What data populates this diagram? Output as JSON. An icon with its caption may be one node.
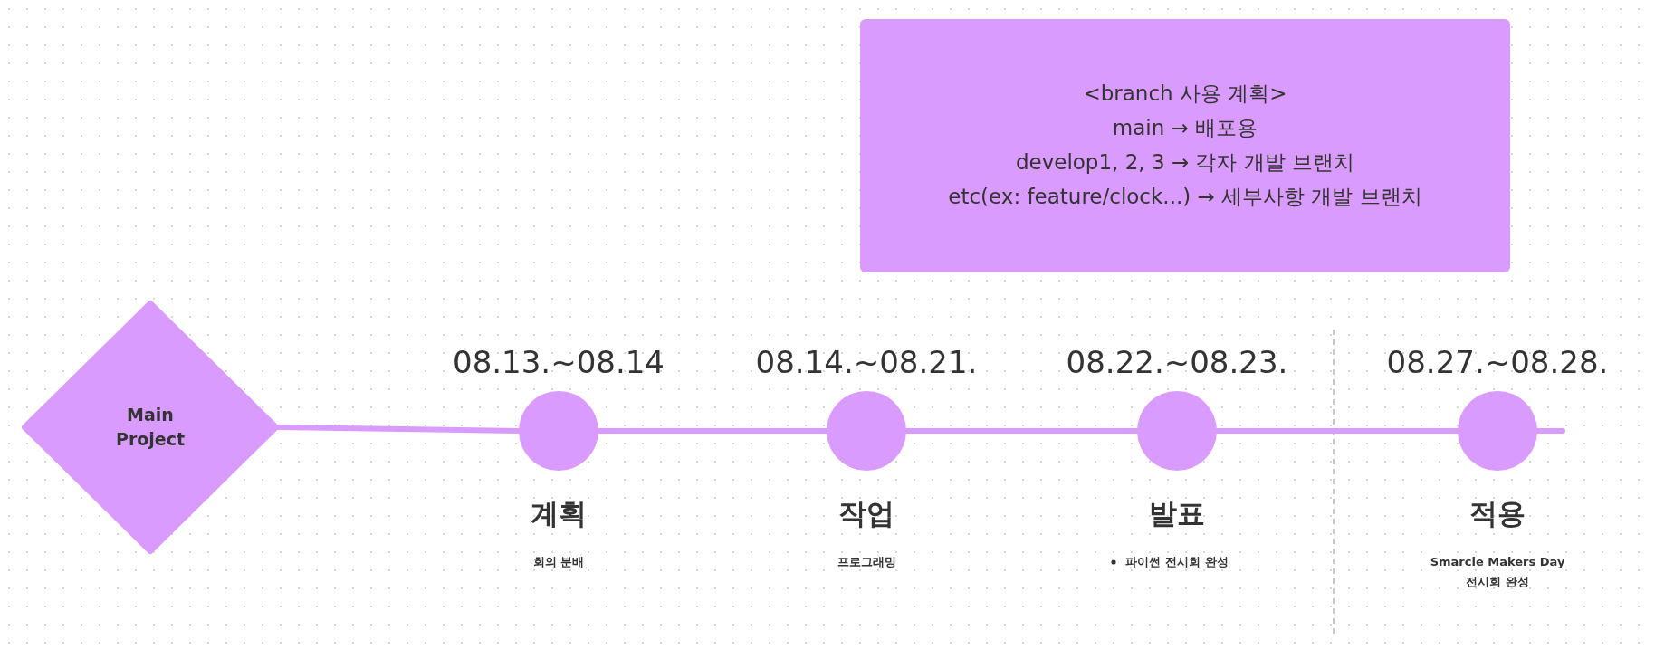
{
  "diagram": {
    "nodes": [
      {
        "text": [
          "<branch 사용 계획>",
          "main → 배포용",
          "develop1, 2, 3 → 각자 개발 브랜치",
          "etc(ex: feature/clock...) → 세부사항 개발 브랜치"
        ]
      },
      {
        "text": [
          "Main Project"
        ]
      },
      {
        "text": [],
        "shape": "circle",
        "beside": [
          "08.13.~08.14",
          "계획",
          "회의 분배"
        ]
      },
      {
        "text": [],
        "shape": "circle",
        "beside": [
          "08.14.~08.21.",
          "작업",
          "프로그래밍"
        ]
      },
      {
        "text": [],
        "shape": "circle",
        "beside": [
          "08.22.~08.23.",
          "발표",
          "파이썬 전시회 완성"
        ]
      },
      {
        "text": [],
        "shape": "circle",
        "beside": [
          "08.27.~08.28.",
          "적용",
          "Smarcle Makers Day 전시회 완성"
        ]
      }
    ],
    "edges": [
      {
        "from": 1,
        "to": 2,
        "arrow": "none"
      },
      {
        "from": 2,
        "to": 3,
        "arrow": "none"
      },
      {
        "from": 3,
        "to": 4,
        "arrow": "none"
      },
      {
        "from": 4,
        "to": 5,
        "arrow": "none"
      },
      {
        "from": 5,
        "to": null,
        "arrow": "none"
      }
    ]
  }
}
